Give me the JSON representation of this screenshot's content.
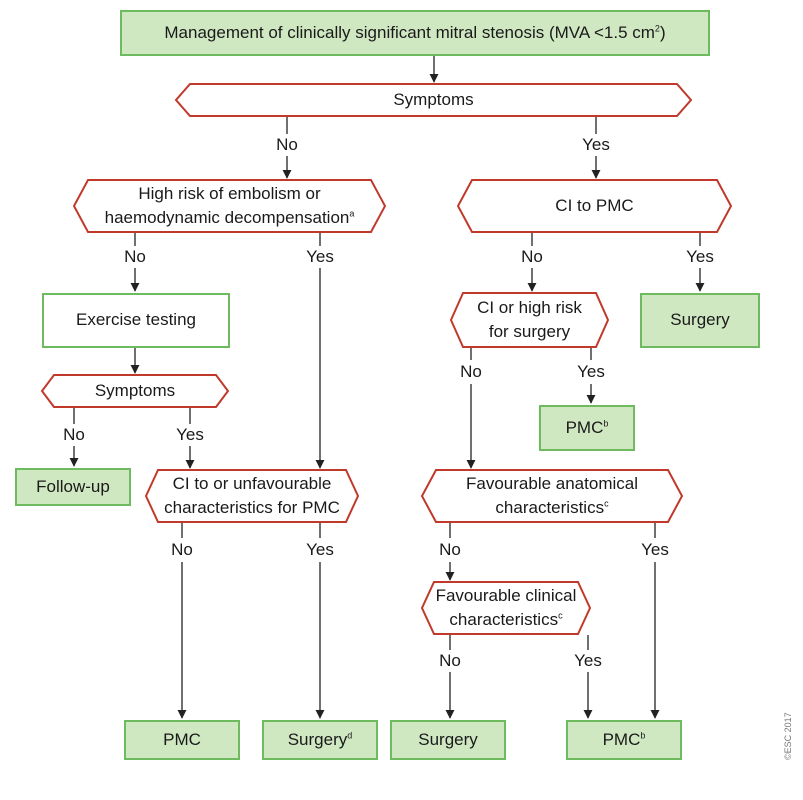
{
  "title": {
    "text": "Management of clinically significant mitral stenosis (MVA <1.5 cm",
    "sup": "2",
    "close": ")"
  },
  "symptoms_top": "Symptoms",
  "no": "No",
  "yes": "Yes",
  "high_risk": {
    "line1": "High risk of embolism or",
    "line2": "haemodynamic decompensation",
    "sup": "a"
  },
  "ci_pmc": "CI to PMC",
  "exercise_testing": "Exercise testing",
  "symptoms_mid": "Symptoms",
  "ci_high_risk_surgery": {
    "line1": "CI or high risk",
    "line2": "for surgery"
  },
  "surgery_right": "Surgery",
  "pmc_b_mid": {
    "text": "PMC",
    "sup": "b"
  },
  "follow_up": "Follow-up",
  "ci_unfav": {
    "line1": "CI to or unfavourable",
    "line2": "characteristics for PMC"
  },
  "fav_anatomical": {
    "line1": "Favourable anatomical",
    "line2": "characteristics",
    "sup": "c"
  },
  "fav_clinical": {
    "line1": "Favourable clinical",
    "line2": "characteristics",
    "sup": "c"
  },
  "pmc_bottom": "PMC",
  "surgery_d": {
    "text": "Surgery",
    "sup": "d"
  },
  "surgery_bottom": "Surgery",
  "pmc_b_bottom": {
    "text": "PMC",
    "sup": "b"
  },
  "copyright": "©ESC 2017",
  "colors": {
    "green_fill": "#cfe8c2",
    "green_border": "#6dbb5e",
    "red_border": "#c0392b"
  }
}
